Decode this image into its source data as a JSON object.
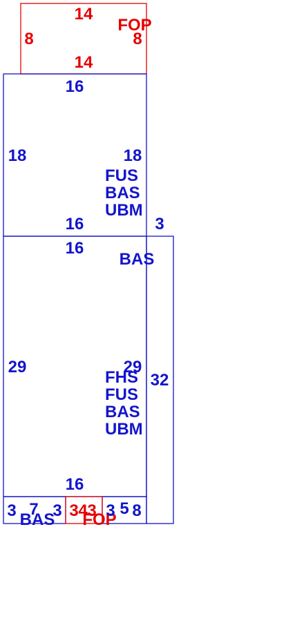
{
  "colors": {
    "fop": "#e60000",
    "main": "#1414cc",
    "background": "#ffffff"
  },
  "fop_top": {
    "code": "FOP",
    "top": "14",
    "bottom": "14",
    "left": "8",
    "right": "8"
  },
  "upper_block": {
    "top": "16",
    "bottom": "16",
    "left": "18",
    "right": "18",
    "codes": [
      "FUS",
      "BAS",
      "UBM"
    ]
  },
  "side_wing": {
    "top": "3",
    "right": "32",
    "code": "BAS"
  },
  "lower_block": {
    "top": "16",
    "bottom": "16",
    "left": "29",
    "right": "29",
    "codes": [
      "FHS",
      "FUS",
      "BAS",
      "UBM"
    ]
  },
  "bottom_strip": {
    "left_code": "BAS",
    "left_dims": [
      "3",
      "7",
      "3"
    ],
    "fop_code": "FOP",
    "fop_dims": [
      "3",
      "4",
      "3"
    ],
    "right_dims": [
      "3",
      "5",
      "8"
    ]
  }
}
